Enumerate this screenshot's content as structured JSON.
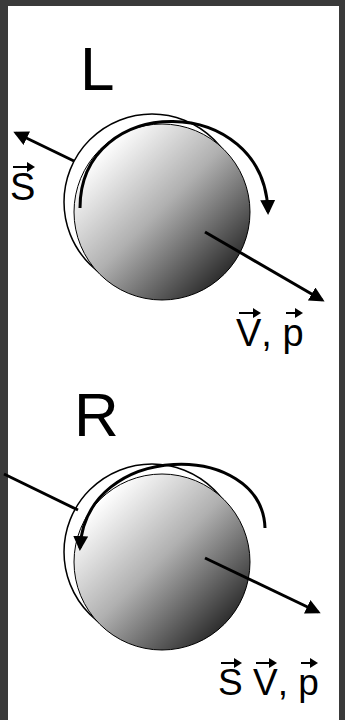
{
  "diagram": {
    "labels": [
      "L",
      "S",
      "V, p",
      "R",
      "S V, p"
    ]
  }
}
